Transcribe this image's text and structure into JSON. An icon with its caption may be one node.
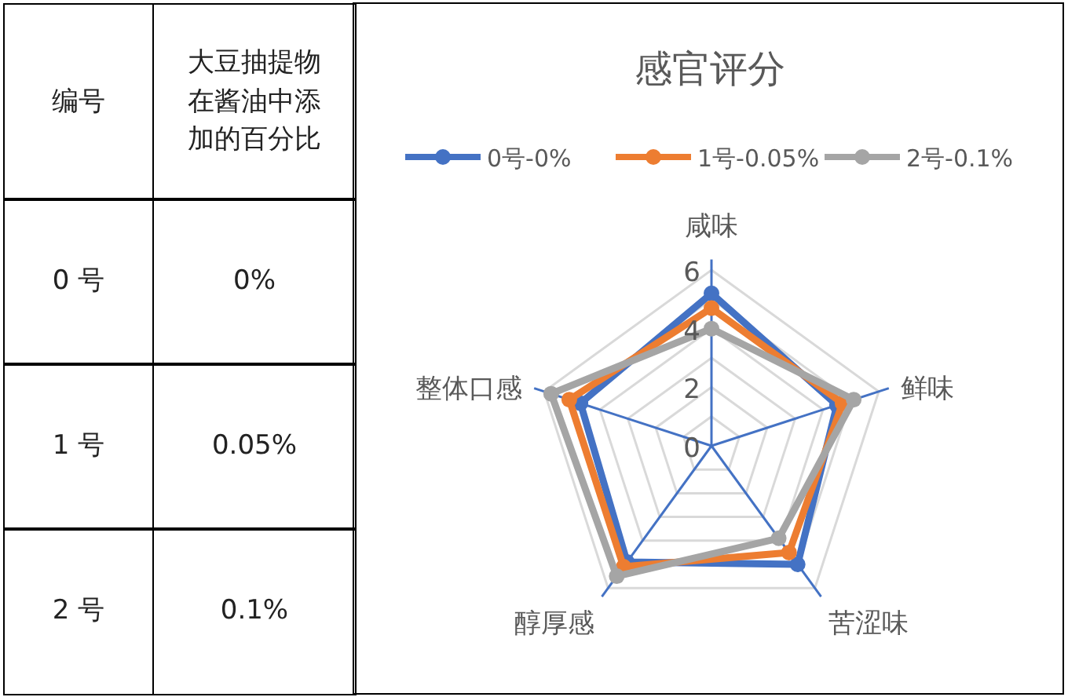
{
  "diagram": {
    "labels": [
      "编号",
      "大豆抽提物在酱油中添加的百分比",
      "0 号",
      "0%",
      "1 号",
      "0.05%",
      "2 号",
      "0.1%",
      "感官评分",
      "咸味",
      "整体口感",
      "鲜味",
      "醇厚感",
      "苦涩味",
      "6",
      "4",
      "2",
      "0"
    ],
    "legend": [
      {
        "text": "0号-0%"
      },
      {
        "text": "1号-0.05%"
      },
      {
        "text": "2号-0.1%"
      }
    ]
  }
}
